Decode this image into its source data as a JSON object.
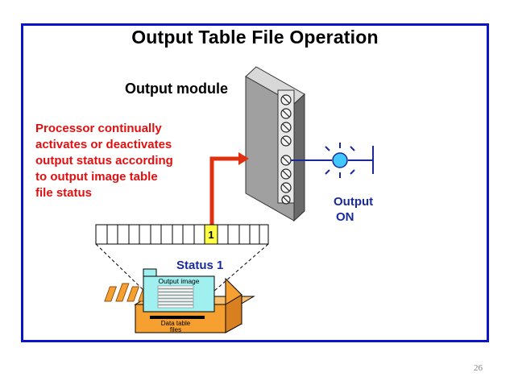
{
  "slide": {
    "title": "Output Table File Operation",
    "page_number": "26"
  },
  "diagram": {
    "module_label": "Output module",
    "processor_text": [
      "Processor continually",
      "activates or deactivates",
      "output status according",
      "to output image table",
      "file status"
    ],
    "output_label_line1": "Output",
    "output_label_line2": "ON",
    "status_label": "Status 1",
    "bit_value": "1",
    "output_image_label": "Output image",
    "data_table_label_line1": "Data table",
    "data_table_label_line2": "files"
  },
  "colors": {
    "frame_blue": "#0a14c8",
    "arrow_red": "#e03010",
    "highlight_yellow": "#ffff44",
    "light_blue": "#40c8ff",
    "module_gray": "#a0a0a0",
    "file_orange": "#f5a030",
    "output_cyan": "#a0f0f0"
  }
}
